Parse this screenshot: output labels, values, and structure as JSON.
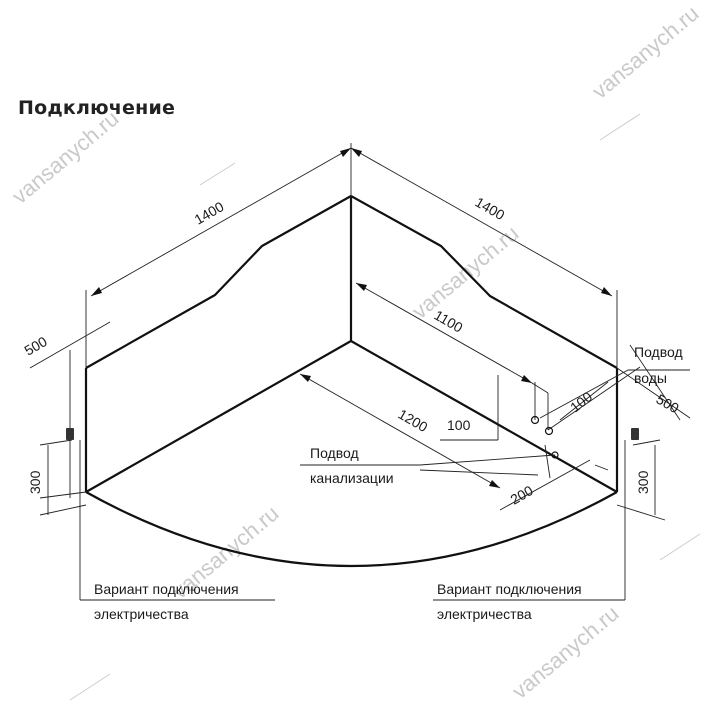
{
  "title": "Подключение",
  "watermark": "vansanych.ru",
  "dimensions": {
    "left_side": "1400",
    "right_side": "1400",
    "left_height": "500",
    "right_height": "500",
    "inner_right": "1100",
    "inner_left": "1200",
    "drain_offset_a": "100",
    "drain_offset_b": "100",
    "drain_offset_c": "200",
    "left_socket_height": "300",
    "right_socket_height": "300"
  },
  "labels": {
    "water_line1": "Подвод",
    "water_line2": "воды",
    "drain_line1": "Подвод",
    "drain_line2": "канализации",
    "elec_left_line1": "Вариант подключения",
    "elec_left_line2": "электричества",
    "elec_right_line1": "Вариант подключения",
    "elec_right_line2": "электричества"
  },
  "colors": {
    "line": "#111111",
    "watermark": "#c9c9c9"
  }
}
